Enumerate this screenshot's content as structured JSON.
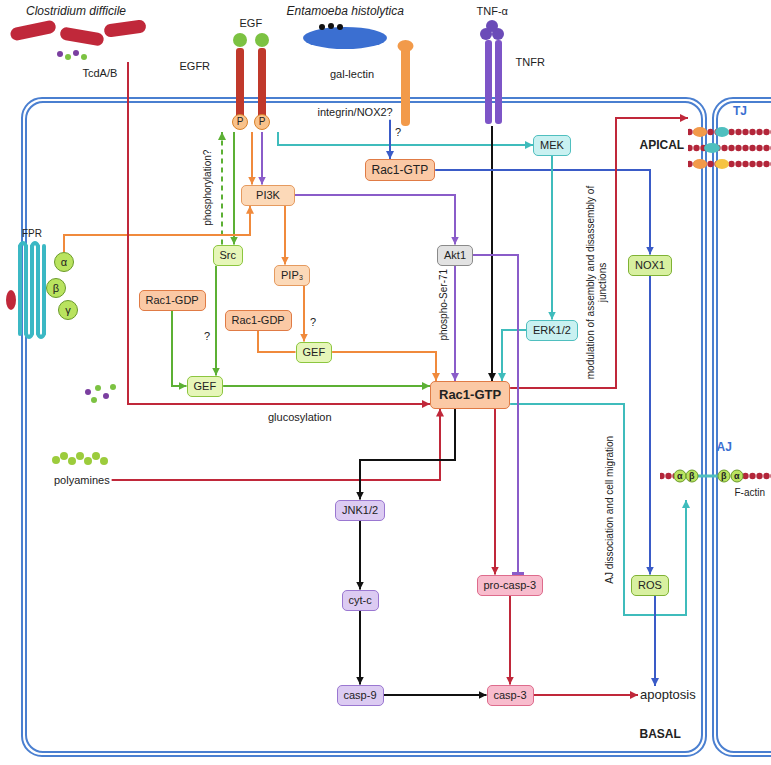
{
  "diagram": {
    "nodes": [
      {
        "text": [
          "Clostridium difficile"
        ]
      },
      {
        "text": [
          "Entamoeba histolytica"
        ]
      },
      {
        "text": [
          "EGF",
          "EGFR"
        ]
      },
      {
        "text": [
          "P"
        ],
        "in": 2
      },
      {
        "text": [
          "P"
        ],
        "in": 2
      },
      {
        "text": [
          "integrin/NOX2?"
        ]
      },
      {
        "text": [
          "TNF-α",
          "TNFR"
        ]
      },
      {
        "text": [
          "Rac1-GTP"
        ]
      },
      {
        "text": [
          "MEK"
        ]
      },
      {
        "text": [
          "PI3K"
        ]
      },
      {
        "text": [
          "Src"
        ]
      },
      {
        "text": [
          "PIP₃"
        ]
      },
      {
        "text": [
          "Akt1"
        ]
      },
      {
        "text": [
          "NOX1"
        ]
      },
      {
        "text": [
          "Rac1-GDP"
        ]
      },
      {
        "text": [
          "GEF"
        ]
      },
      {
        "text": [
          "Rac1-GDP"
        ]
      },
      {
        "text": [
          "GEF"
        ]
      },
      {
        "text": [
          "Rac1-GTP"
        ]
      },
      {
        "text": [
          "ERK1/2"
        ]
      },
      {
        "text": [
          "FPR"
        ]
      },
      {
        "text": [
          "α"
        ]
      },
      {
        "text": [
          "β"
        ]
      },
      {
        "text": [
          "γ"
        ]
      },
      {
        "text": [
          "polyamines"
        ]
      },
      {
        "text": [
          "JNK1/2"
        ]
      },
      {
        "text": [
          "cyt-c"
        ]
      },
      {
        "text": [
          "pro-casp-3"
        ]
      },
      {
        "text": [
          "ROS"
        ]
      },
      {
        "text": [
          "casp-9"
        ]
      },
      {
        "text": [
          "casp-3"
        ]
      },
      {
        "text": [
          "apoptosis"
        ]
      },
      {
        "text": [
          "TJ"
        ]
      },
      {
        "text": [
          "AJ"
        ]
      }
    ],
    "edges": [
      {
        "from": 2,
        "to": 10,
        "arrow": "to"
      },
      {
        "from": 10,
        "to": 2,
        "label": "phosphorylation?",
        "arrow": "to"
      },
      {
        "from": 2,
        "to": 9,
        "arrow": "to"
      },
      {
        "from": 2,
        "to": 9,
        "arrow": "to"
      },
      {
        "from": 2,
        "to": 8,
        "arrow": "to"
      },
      {
        "from": 21,
        "to": 9,
        "arrow": "to"
      },
      {
        "from": 5,
        "to": 7,
        "label": "?",
        "arrow": "to"
      },
      {
        "from": 6,
        "to": 18,
        "arrow": "to"
      },
      {
        "from": 7,
        "to": 13,
        "arrow": "to"
      },
      {
        "from": 9,
        "to": 11,
        "arrow": "to"
      },
      {
        "from": 9,
        "to": 12,
        "arrow": "to"
      },
      {
        "from": 8,
        "to": 19,
        "arrow": "to"
      },
      {
        "from": 10,
        "to": 15,
        "label": "?",
        "arrow": "to"
      },
      {
        "from": 14,
        "to": 15,
        "arrow": "to"
      },
      {
        "from": 11,
        "to": 17,
        "label": "?",
        "arrow": "to"
      },
      {
        "from": 16,
        "to": 17,
        "arrow": "none"
      },
      {
        "from": 15,
        "to": 18,
        "arrow": "to"
      },
      {
        "from": 17,
        "to": 18,
        "arrow": "to"
      },
      {
        "from": 12,
        "to": 18,
        "label": "phospho-Ser-71",
        "arrow": "to"
      },
      {
        "from": 19,
        "to": 18,
        "arrow": "to"
      },
      {
        "from": 0,
        "to": 18,
        "label": "glucosylation",
        "arrow": "to"
      },
      {
        "from": 24,
        "to": 18,
        "arrow": "to"
      },
      {
        "from": 18,
        "to": 32,
        "label": "modulation of assembly and disassembly of junctions",
        "arrow": "to"
      },
      {
        "from": 18,
        "to": 33,
        "label": "AJ dissociation and cell migration",
        "arrow": "to"
      },
      {
        "from": 12,
        "to": 27,
        "arrow": "to"
      },
      {
        "from": 18,
        "to": 25,
        "arrow": "to"
      },
      {
        "from": 25,
        "to": 26,
        "arrow": "to"
      },
      {
        "from": 26,
        "to": 29,
        "arrow": "to"
      },
      {
        "from": 29,
        "to": 30,
        "arrow": "to"
      },
      {
        "from": 18,
        "to": 27,
        "arrow": "to"
      },
      {
        "from": 27,
        "to": 30,
        "arrow": "to"
      },
      {
        "from": 30,
        "to": 31,
        "arrow": "to"
      },
      {
        "from": 13,
        "to": 28,
        "arrow": "to"
      },
      {
        "from": 28,
        "to": 31,
        "arrow": "to"
      }
    ],
    "labels": [
      "TcdA/B",
      "gal-lectin",
      "APICAL",
      "BASAL",
      "α",
      "β",
      "β",
      "α",
      "F-actin"
    ]
  }
}
